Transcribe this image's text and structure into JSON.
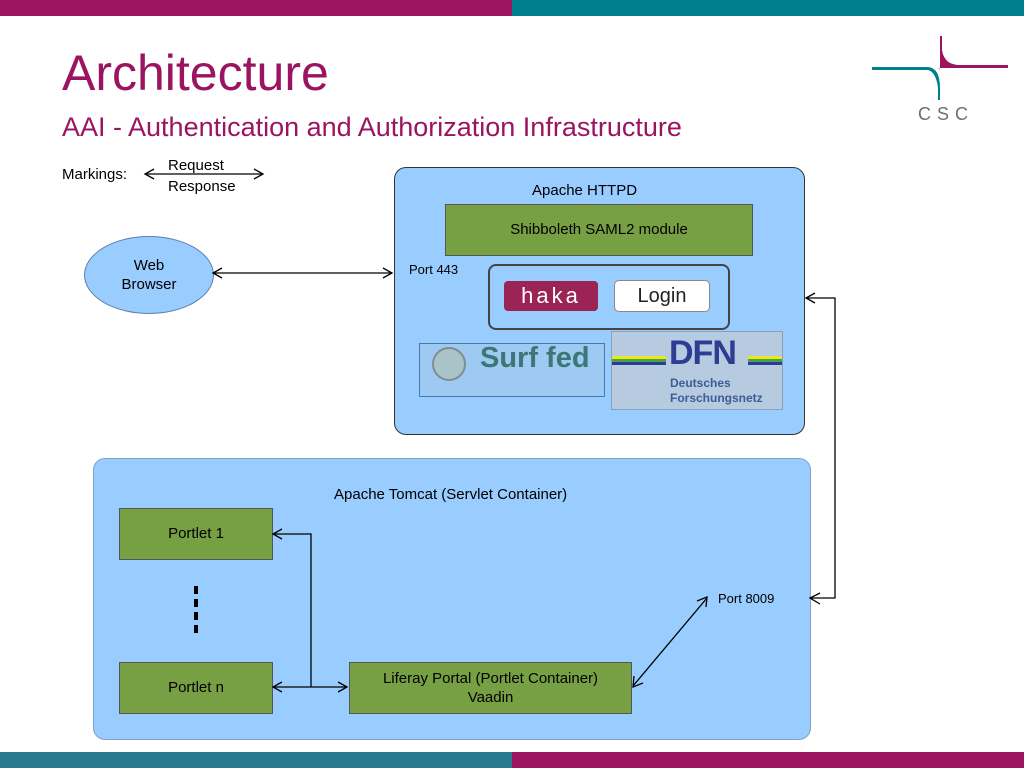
{
  "colors": {
    "magenta": "#9b1460",
    "teal": "#00808f",
    "panel": "#99ccff",
    "module_green": "#76a043"
  },
  "header": {
    "title": "Architecture",
    "subtitle": "AAI - Authentication and Authorization Infrastructure",
    "logo_text": "CSC"
  },
  "legend": {
    "label": "Markings:",
    "request": "Request",
    "response": "Response"
  },
  "diagram": {
    "web_browser": "Web\nBrowser",
    "httpd": {
      "title": "Apache HTTPD",
      "module": "Shibboleth SAML2 module",
      "port": "Port 443",
      "haka": "haka",
      "login": "Login",
      "surf": "Surf fed",
      "dfn": "DFN",
      "dfn_sub1": "Deutsches",
      "dfn_sub2": "Forschungsnetz"
    },
    "tomcat": {
      "title": "Apache Tomcat  (Servlet Container)",
      "portlet_1": "Portlet 1",
      "portlet_n": "Portlet n",
      "liferay_line1": "Liferay Portal (Portlet Container)",
      "liferay_line2": "Vaadin",
      "port": "Port 8009"
    }
  }
}
